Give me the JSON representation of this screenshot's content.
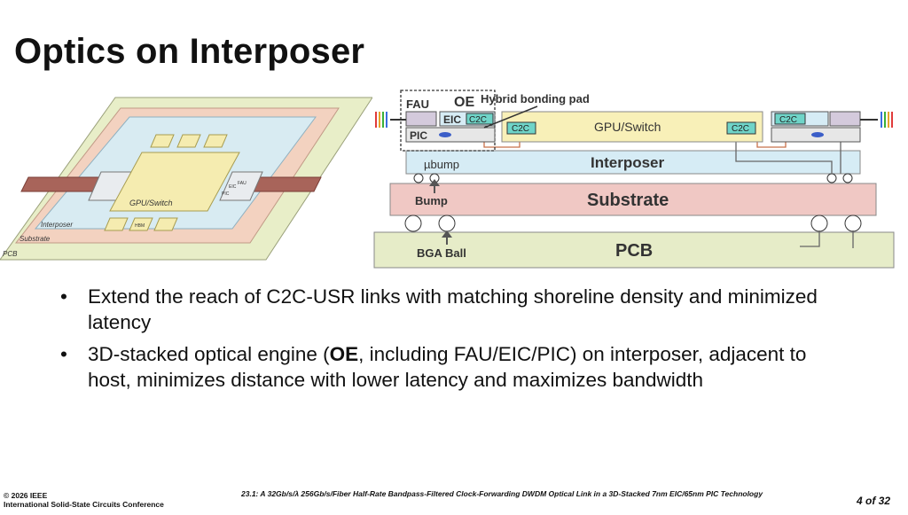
{
  "slide": {
    "title": "Optics on Interposer"
  },
  "left_figure": {
    "labels": {
      "host": "GPU/Switch",
      "hbm": "HBM",
      "eic": "EIC",
      "pic": "PIC",
      "fau": "FAU",
      "interposer": "Interposer",
      "substrate": "Substrate",
      "pcb": "PCB"
    }
  },
  "right_figure": {
    "labels": {
      "fau": "FAU",
      "oe": "OE",
      "eic": "EIC",
      "c2c": "C2C",
      "pic": "PIC",
      "hybrid_bonding_pad": "Hybrid bonding pad",
      "host": "GPU/Switch",
      "interposer": "Interposer",
      "ubump": "µbump",
      "substrate": "Substrate",
      "bump": "Bump",
      "pcb": "PCB",
      "bga_ball": "BGA Ball"
    }
  },
  "bullets": [
    {
      "text": "Extend the reach of C2C-USR links with matching shoreline density and minimized latency"
    },
    {
      "prefix": "3D-stacked optical engine (",
      "bold": "OE",
      "suffix": ", including FAU/EIC/PIC) on interposer, adjacent to host, minimizes distance with lower latency and maximizes bandwidth"
    }
  ],
  "footer": {
    "copyright": "© 2026 IEEE",
    "conference": "International Solid-State Circuits Conference",
    "paper": "23.1: A 32Gb/s/λ 256Gb/s/Fiber Half-Rate Bandpass-Filtered Clock-Forwarding DWDM Optical Link in a 3D-Stacked 7nm EIC/65nm PIC Technology",
    "page": "4 of 32"
  }
}
